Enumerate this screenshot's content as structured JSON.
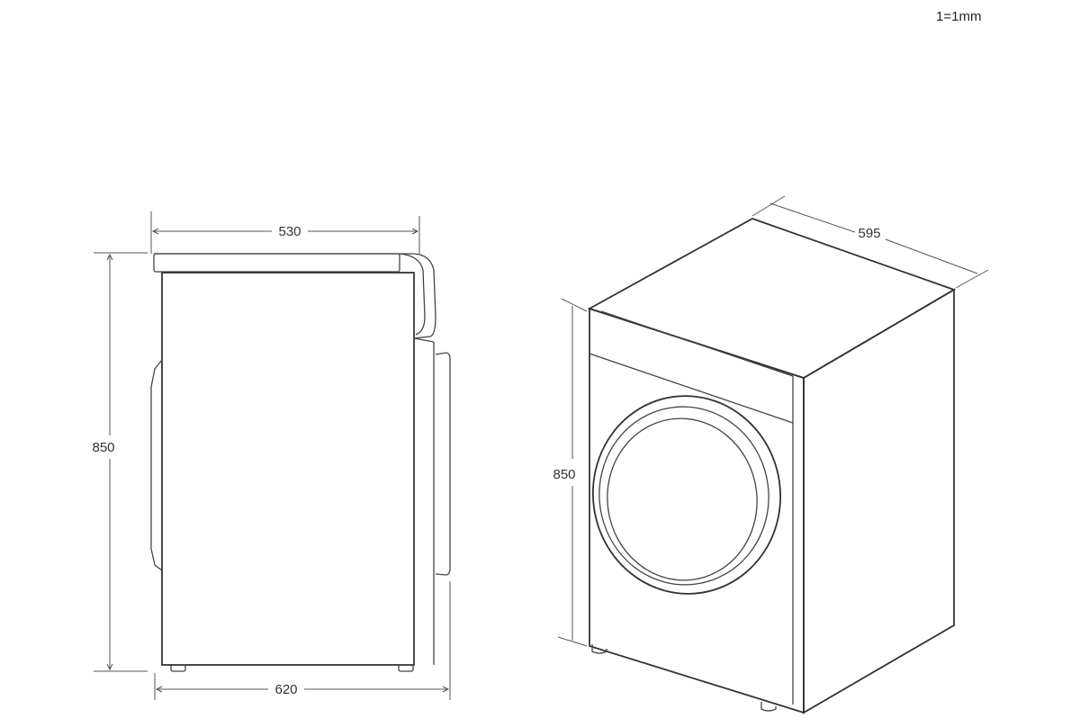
{
  "scale": "1=1mm",
  "side_view": {
    "top_depth": "530",
    "height": "850",
    "total_depth": "620"
  },
  "iso_view": {
    "width": "595",
    "height": "850"
  }
}
